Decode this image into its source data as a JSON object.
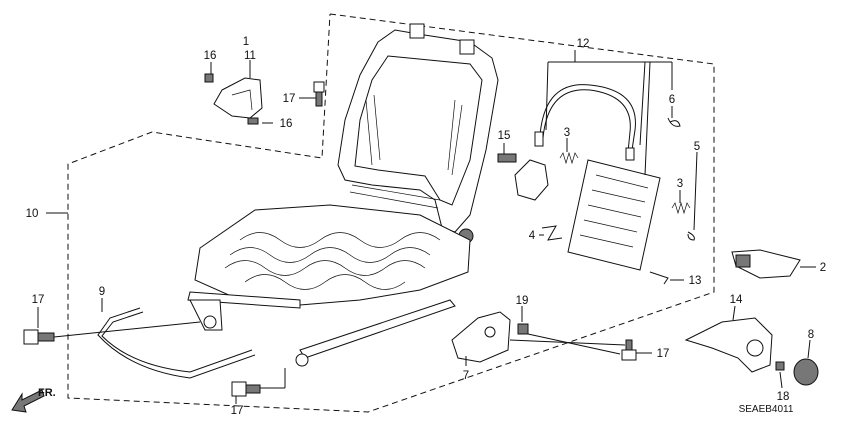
{
  "callouts": {
    "c1": "1",
    "c11": "11",
    "c16a": "16",
    "c16b": "16",
    "c17a": "17",
    "c12": "12",
    "c15": "15",
    "c3a": "3",
    "c6": "6",
    "c5": "5",
    "c3b": "3",
    "c4": "4",
    "c13": "13",
    "c2": "2",
    "c10": "10",
    "c17b": "17",
    "c9": "9",
    "c19": "19",
    "c14": "14",
    "c8": "8",
    "c17c": "17",
    "c7": "7",
    "c17d": "17",
    "c18": "18"
  },
  "direction_label": "FR.",
  "drawing_code": "SEAEB4011"
}
